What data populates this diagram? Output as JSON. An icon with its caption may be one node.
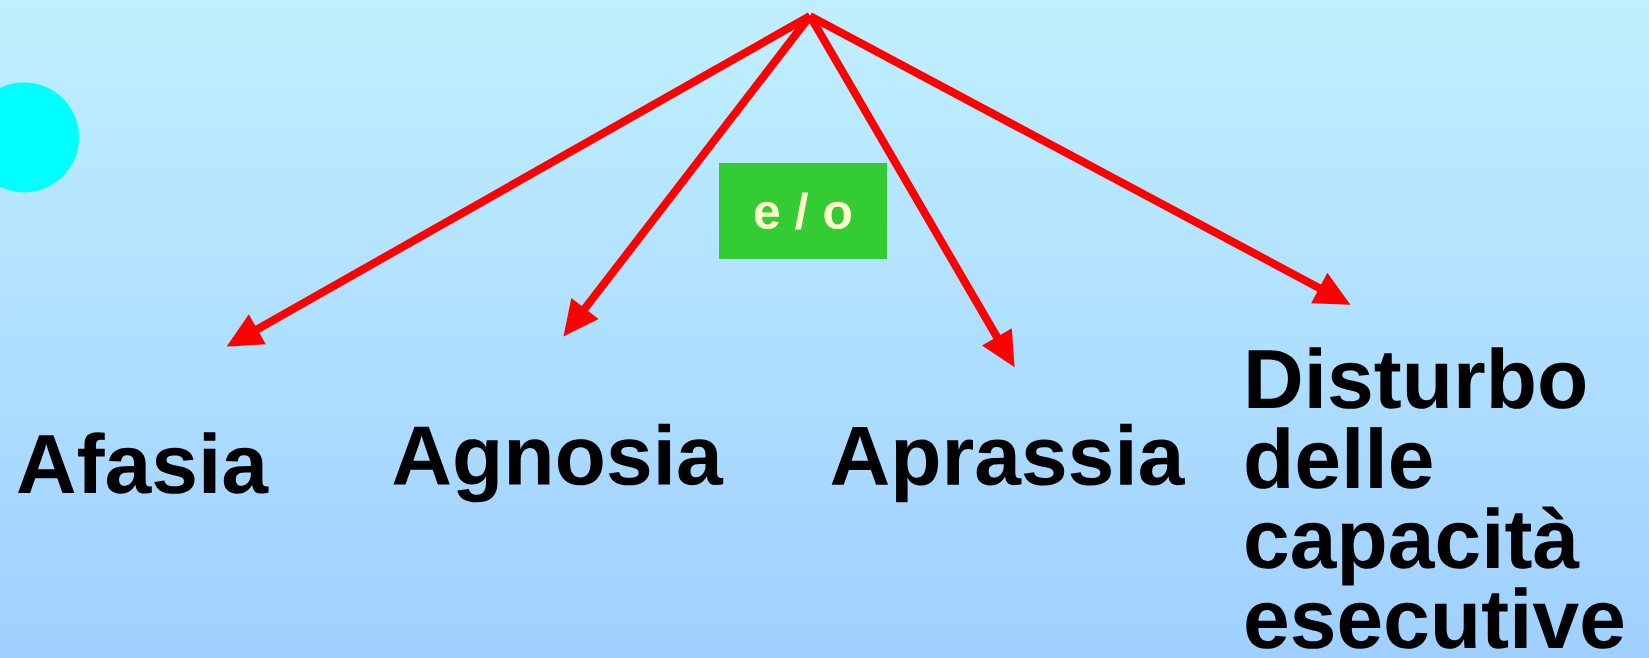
{
  "diagram": {
    "nodes": [
      {
        "text": [
          "Afasia"
        ]
      },
      {
        "text": [
          "Agnosia"
        ]
      },
      {
        "text": [
          "Aprassia"
        ]
      },
      {
        "text": [
          "Disturbo delle capacità esecutive"
        ]
      }
    ],
    "edges": [
      {
        "from": null,
        "to": 0,
        "arrow": "to"
      },
      {
        "from": null,
        "to": 1,
        "arrow": "to"
      },
      {
        "from": null,
        "to": 2,
        "arrow": "to"
      },
      {
        "from": null,
        "to": 3,
        "arrow": "to"
      }
    ],
    "labels": [
      "e / o"
    ]
  }
}
